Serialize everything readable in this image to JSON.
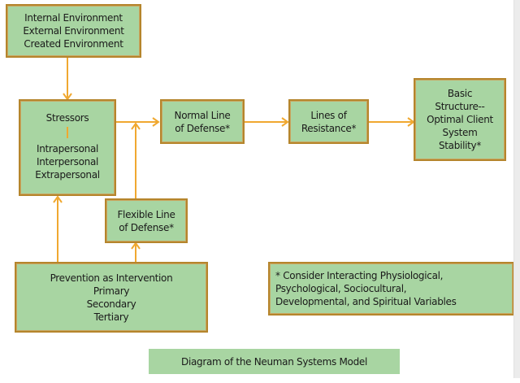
{
  "diagram": {
    "title": "Diagram of the Neuman Systems Model",
    "colors": {
      "box_fill": "#a8d5a2",
      "box_border": "#b5852c",
      "arrow": "#f0a830"
    },
    "nodes": {
      "environment": {
        "lines": [
          "Internal Environment",
          "External Environment",
          "Created Environment"
        ]
      },
      "stressors": {
        "heading": "Stressors",
        "lines": [
          "Intrapersonal",
          "Interpersonal",
          "Extrapersonal"
        ]
      },
      "normal_line": {
        "lines": [
          "Normal Line",
          "of Defense*"
        ]
      },
      "lines_of_resistance": {
        "lines": [
          "Lines of",
          "Resistance*"
        ]
      },
      "basic_structure": {
        "lines": [
          "Basic",
          "Structure--",
          "Optimal Client",
          "System",
          "Stability*"
        ]
      },
      "flexible_line": {
        "lines": [
          "Flexible Line",
          "of Defense*"
        ]
      },
      "prevention": {
        "lines": [
          "Prevention as Intervention",
          "Primary",
          "Secondary",
          "Tertiary"
        ]
      },
      "note": {
        "lines": [
          "* Consider Interacting Physiological,",
          "Psychological, Sociocultural,",
          "Developmental, and Spiritual Variables"
        ]
      }
    },
    "edges": [
      {
        "from": "environment",
        "to": "stressors"
      },
      {
        "from": "stressors",
        "to": "normal_line"
      },
      {
        "from": "flexible_line",
        "to": "normal_line"
      },
      {
        "from": "normal_line",
        "to": "lines_of_resistance"
      },
      {
        "from": "lines_of_resistance",
        "to": "basic_structure"
      },
      {
        "from": "prevention",
        "to": "stressors"
      },
      {
        "from": "prevention",
        "to": "flexible_line"
      }
    ]
  }
}
